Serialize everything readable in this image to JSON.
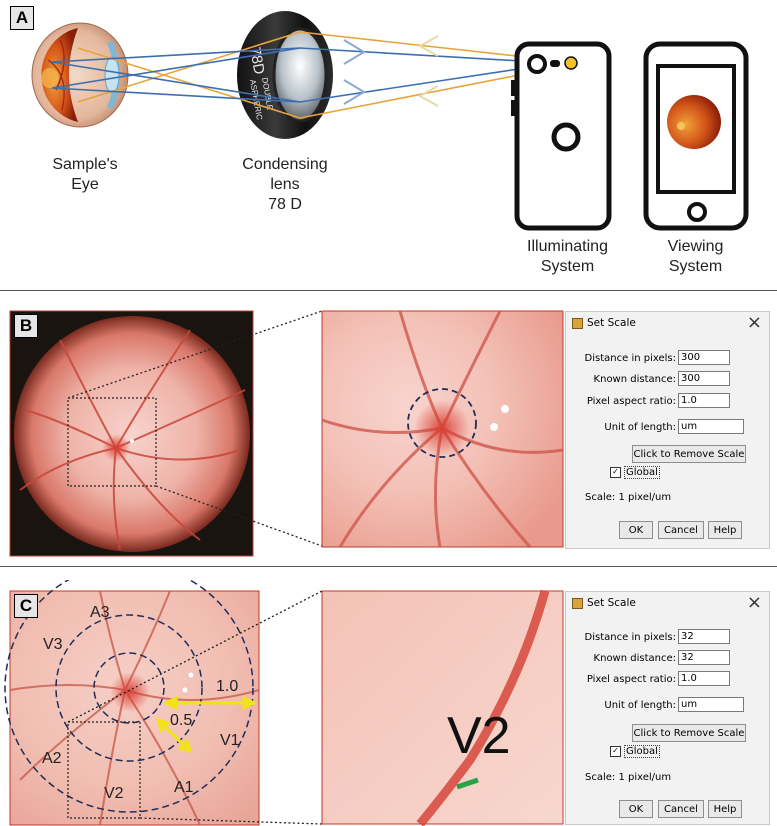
{
  "panelA": {
    "tag": "A",
    "eye_caption_1": "Sample's",
    "eye_caption_2": "Eye",
    "lens_caption_1": "Condensing",
    "lens_caption_2": "lens",
    "lens_caption_3": "78 D",
    "lens_engraving_1": "78D",
    "lens_engraving_2": "DOUBLE",
    "lens_engraving_3": "ASPHERIC",
    "illum_caption_1": "Illuminating",
    "illum_caption_2": "System",
    "view_caption_1": "Viewing",
    "view_caption_2": "System"
  },
  "panelB": {
    "tag": "B",
    "dialog": {
      "title": "Set Scale",
      "label_distance_px": "Distance in pixels:",
      "value_distance_px": "300",
      "label_known": "Known distance:",
      "value_known": "300",
      "label_aspect": "Pixel aspect ratio:",
      "value_aspect": "1.0",
      "label_unit": "Unit of length:",
      "value_unit": "um",
      "remove_btn": "Click to Remove Scale",
      "global_label": "Global",
      "global_checked": "✓",
      "scale_text": "Scale: 1 pixel/um",
      "ok": "OK",
      "cancel": "Cancel",
      "help": "Help"
    }
  },
  "panelC": {
    "tag": "C",
    "label_A3": "A3",
    "label_V3": "V3",
    "label_1_0": "1.0",
    "label_0_5": "0.5",
    "label_V1": "V1",
    "label_A2": "A2",
    "label_V2_small": "V2",
    "label_A1": "A1",
    "label_V2_big": "V2",
    "dialog": {
      "title": "Set Scale",
      "label_distance_px": "Distance in pixels:",
      "value_distance_px": "32",
      "label_known": "Known distance:",
      "value_known": "32",
      "label_aspect": "Pixel aspect ratio:",
      "value_aspect": "1.0",
      "label_unit": "Unit of length:",
      "value_unit": "um",
      "remove_btn": "Click to Remove Scale",
      "global_label": "Global",
      "global_checked": "✓",
      "scale_text": "Scale: 1 pixel/um",
      "ok": "OK",
      "cancel": "Cancel",
      "help": "Help"
    }
  }
}
